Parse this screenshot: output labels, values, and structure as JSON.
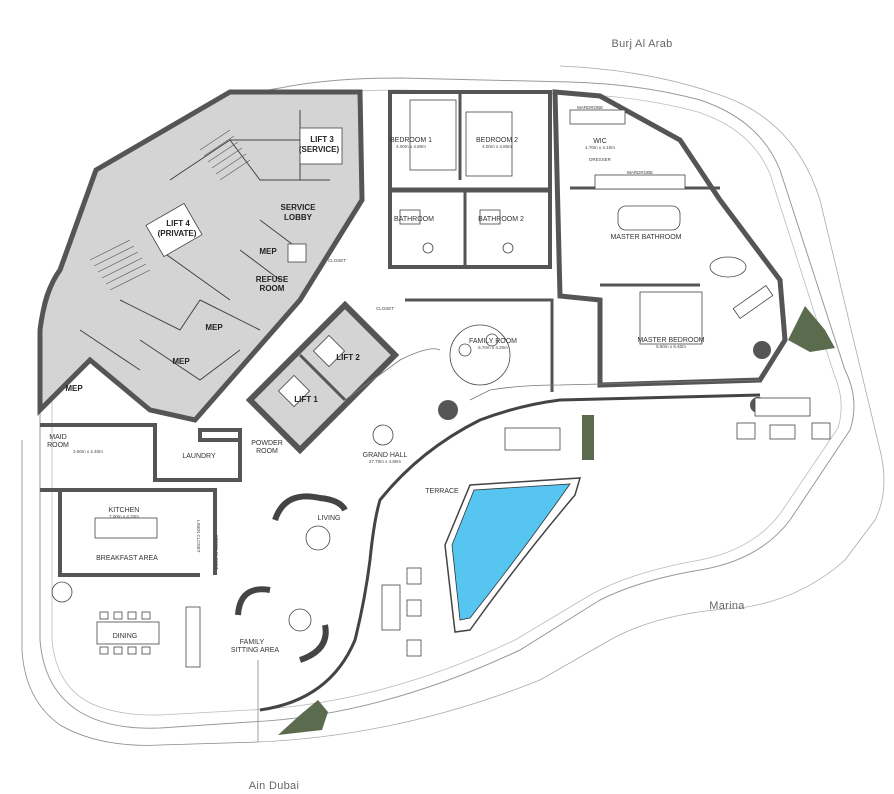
{
  "compass": {
    "north": "Burj Al Arab",
    "east": "Marina",
    "south": "Ain Dubai"
  },
  "rooms": {
    "lift3": "LIFT 3",
    "lift3_sub": "(SERVICE)",
    "service_lobby": "SERVICE",
    "service_lobby_2": "LOBBY",
    "lift4": "LIFT 4",
    "lift4_sub": "(PRIVATE)",
    "mep_a": "MEP",
    "mep_b": "MEP",
    "mep_c": "MEP",
    "mep_d": "MEP",
    "refuse": "REFUSE",
    "refuse_2": "ROOM",
    "lift1": "LIFT 1",
    "lift2": "LIFT 2",
    "bedroom1": "BEDROOM 1",
    "bedroom1_dim": "4.00m x 4.80m",
    "bedroom2": "BEDROOM 2",
    "bedroom2_dim": "4.00m x 4.80m",
    "bathroom1": "BATHROOM",
    "bathroom2": "BATHROOM 2",
    "wic": "WIC",
    "wic_dim": "4.70m x 4.10m",
    "wardrobe_a": "WARDROBE",
    "wardrobe_b": "WARDROBE",
    "dresser": "DRESSER",
    "master_bathroom": "MASTER BATHROOM",
    "master_bedroom": "MASTER BEDROOM",
    "master_bedroom_dim": "5.60m x 6.40m",
    "family_room": "FAMILY ROOM",
    "family_room_dim": "6.70m x 4.20m",
    "closet_a": "CLOSET",
    "closet_b": "CLOSET",
    "grand_hall": "GRAND HALL",
    "grand_hall_dim": "27.70m x 4.80m",
    "powder": "POWDER",
    "powder_2": "ROOM",
    "maid": "MAID",
    "maid_2": "ROOM",
    "maid_dim": "2.50m x 2.40m",
    "laundry": "LAUNDRY",
    "kitchen": "KITCHEN",
    "kitchen_dim": "7.00m x 4.20m",
    "breakfast": "BREAKFAST AREA",
    "living": "LIVING",
    "terrace": "TERRACE",
    "dining": "DINING",
    "family_sitting": "FAMILY",
    "family_sitting_2": "SITTING AREA",
    "linen": "LINEN CLOSET",
    "store": "STORE CLOSET"
  },
  "colors": {
    "core_fill": "#d4d4d4",
    "wall": "#555555",
    "pool": "#56c5ef",
    "planter": "#5a6b4e"
  }
}
